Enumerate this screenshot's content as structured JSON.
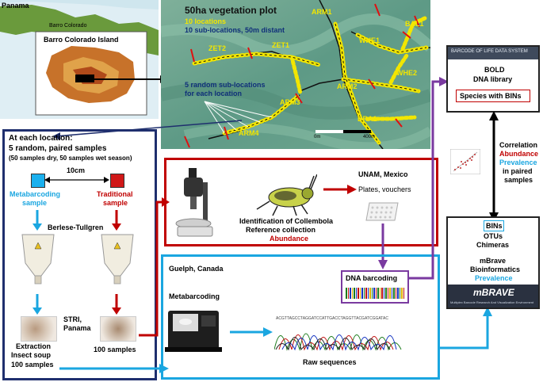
{
  "map": {
    "country": "Panama",
    "island_small": "Barro Colorado",
    "island_large": "Barro Colorado Island"
  },
  "plot": {
    "title": "50ha vegetation plot",
    "line1": "10 locations",
    "line2": "10 sub-locations, 50m distant",
    "random_line1": "5 random sub-locations",
    "random_line2": "for each location",
    "labels": [
      "ARM1",
      "BAL1",
      "WHE1",
      "ZET1",
      "ZET2",
      "ARM2",
      "WHE2",
      "ARM3",
      "DRA1",
      "ARM4"
    ],
    "scale_start": "0m",
    "scale_end": "400m"
  },
  "location": {
    "title": "At each location:",
    "subtitle": "5 random, paired samples",
    "detail": "(50 samples dry, 50 samples wet season)",
    "distance": "10cm",
    "meta_l1": "Metabarcoding",
    "meta_l2": "sample",
    "trad_l1": "Traditional",
    "trad_l2": "sample",
    "berlese": "Berlese-Tullgren",
    "stri_l1": "STRI,",
    "stri_l2": "Panama",
    "extract_l1": "Extraction",
    "extract_l2": "Insect soup",
    "extract_l3": "100 samples",
    "trad_count": "100 samples"
  },
  "unam": {
    "title": "UNAM, Mexico",
    "plates": "Plates, vouchers",
    "id_l1": "Identification of Collembola",
    "id_l2": "Reference collection",
    "abundance": "Abundance"
  },
  "guelph": {
    "title": "Guelph, Canada",
    "metabarcoding": "Metabarcoding",
    "dna_barcoding": "DNA barcoding",
    "raw": "Raw sequences"
  },
  "bold": {
    "header": "BARCODE OF LIFE DATA SYSTEM",
    "l1": "BOLD",
    "l2": "DNA library",
    "species": "Species with BINs"
  },
  "correlation": {
    "l1": "Correlation",
    "abundance": "Abundance",
    "prevalence": "Prevalence",
    "l4": "in paired",
    "l5": "samples"
  },
  "mbrave": {
    "bins": "BINs",
    "otus": "OTUs",
    "chimeras": "Chimeras",
    "l1": "mBrave",
    "l2": "Bioinformatics",
    "prevalence": "Prevalence",
    "logo": "mBRAVE",
    "tagline": "Multiplex Barcode Research And Visualization Environment"
  },
  "colors": {
    "navy": "#1f2f6e",
    "red": "#c00000",
    "cyan": "#1aa6e0",
    "purple": "#7a3aa0",
    "meta_square": "#1ab0ee",
    "trad_square": "#d01818",
    "plot_yellow": "#f2e600"
  }
}
